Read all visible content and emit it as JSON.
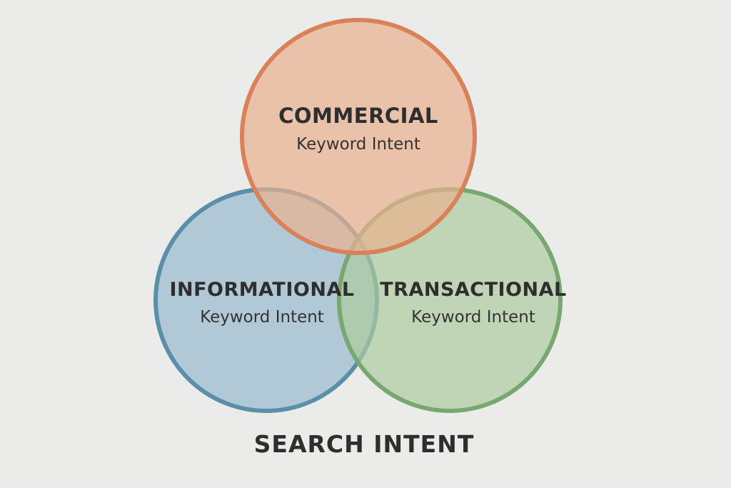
{
  "title": "SEARCH INTENT",
  "sets": [
    {
      "key": "commercial",
      "name": "COMMERCIAL",
      "subtitle": "Keyword Intent",
      "fill": "#e9b08f",
      "stroke": "#d9825a"
    },
    {
      "key": "informational",
      "name": "INFORMATIONAL",
      "subtitle": "Keyword Intent",
      "fill": "#9dbdd0",
      "stroke": "#5b8ea8"
    },
    {
      "key": "transactional",
      "name": "TRANSACTIONAL",
      "subtitle": "Keyword Intent",
      "fill": "#adcc9e",
      "stroke": "#78a770"
    }
  ]
}
